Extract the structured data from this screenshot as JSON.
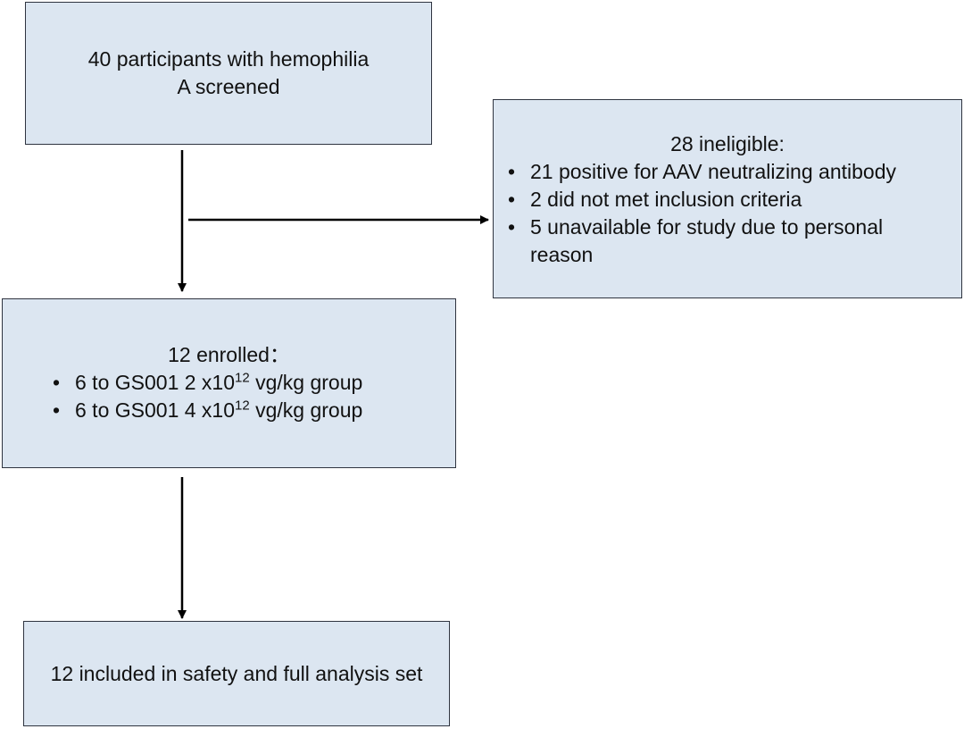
{
  "nodes": {
    "screened": {
      "text": "40 participants with hemophilia A screened"
    },
    "ineligible": {
      "title": "28 ineligible:",
      "items": [
        "21 positive for AAV neutralizing antibody",
        "2 did not met inclusion criteria",
        "5 unavailable for study due to personal reason"
      ]
    },
    "enrolled": {
      "title": "12 enrolled：",
      "items": [
        {
          "prefix": "6 to GS001 2 x10",
          "exponent": "12",
          "suffix": " vg/kg group"
        },
        {
          "prefix": "6 to GS001 4 x10",
          "exponent": "12",
          "suffix": " vg/kg group"
        }
      ]
    },
    "analysis": {
      "text": "12 included in safety and full analysis set"
    }
  },
  "colors": {
    "box_fill": "#dce6f1",
    "box_border": "#2f3440",
    "arrow": "#000000"
  }
}
